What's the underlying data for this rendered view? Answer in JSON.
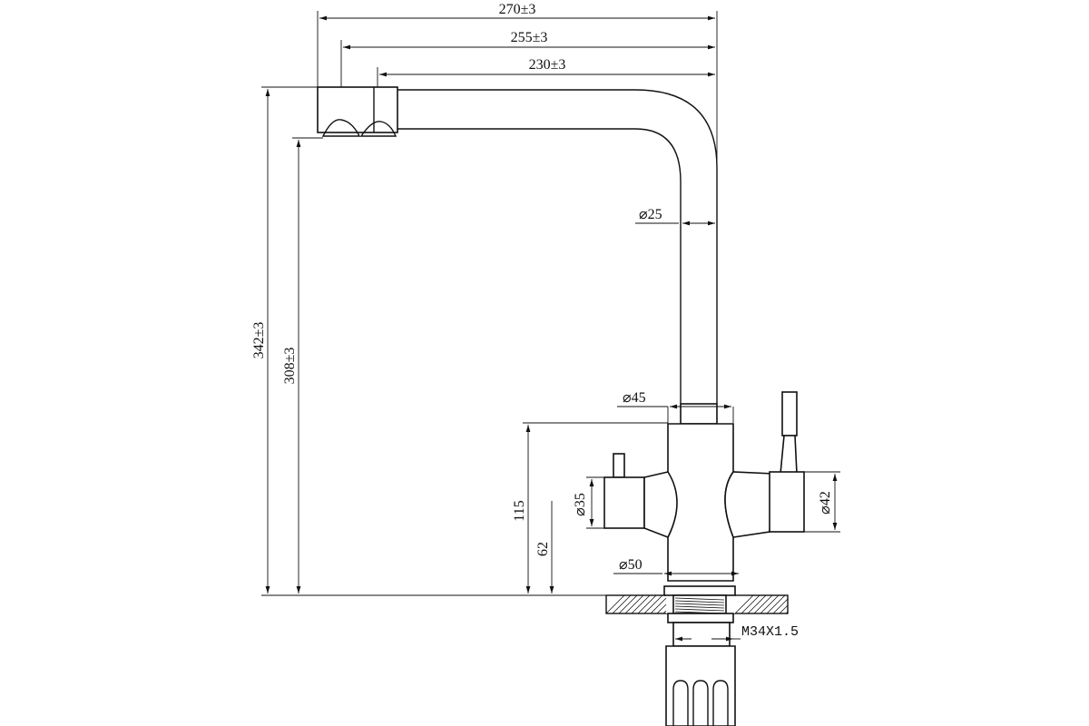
{
  "dimensions": {
    "width_270": "270±3",
    "width_255": "255±3",
    "width_230": "230±3",
    "height_342": "342±3",
    "height_308": "308±3",
    "dia_25": "⌀25",
    "dia_45": "⌀45",
    "dia_35": "⌀35",
    "dia_42": "⌀42",
    "dia_50": "⌀50",
    "height_115": "115",
    "height_62": "62",
    "thread": "M34X1.5"
  },
  "colors": {
    "line": "#111111",
    "background": "#ffffff"
  }
}
